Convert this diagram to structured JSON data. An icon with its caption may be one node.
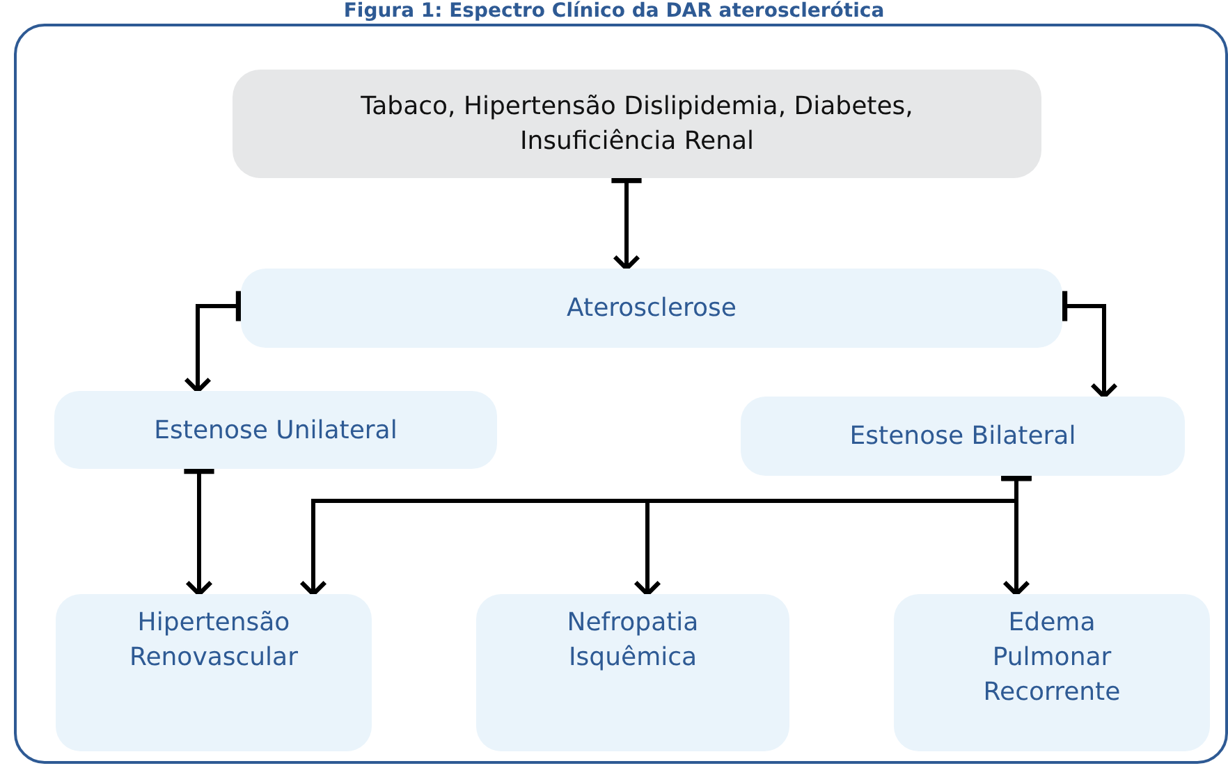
{
  "diagram": {
    "title": "Figura 1: Espectro Clínico da DAR aterosclerótica",
    "nodes": [
      {
        "text": [
          "Tabaco, Hipertensão Dislipidemia, Diabetes, Insuficiência Renal"
        ]
      },
      {
        "text": [
          "Aterosclerose"
        ]
      },
      {
        "text": [
          "Estenose Unilateral"
        ]
      },
      {
        "text": [
          "Estenose Bilateral"
        ]
      },
      {
        "text": [
          "Hipertensão Renovascular"
        ]
      },
      {
        "text": [
          "Nefropatia Isquêmica"
        ]
      },
      {
        "text": [
          "Edema Pulmonar Recorrente"
        ]
      }
    ],
    "edges": [
      {
        "from": 0,
        "to": 1,
        "arrow": "to"
      },
      {
        "from": 1,
        "to": 2,
        "arrow": "to"
      },
      {
        "from": 1,
        "to": 3,
        "arrow": "to"
      },
      {
        "from": 2,
        "to": 4,
        "arrow": "to"
      },
      {
        "from": 3,
        "to": 4,
        "arrow": "to"
      },
      {
        "from": 3,
        "to": 5,
        "arrow": "to"
      },
      {
        "from": 3,
        "to": 6,
        "arrow": "to"
      }
    ]
  }
}
